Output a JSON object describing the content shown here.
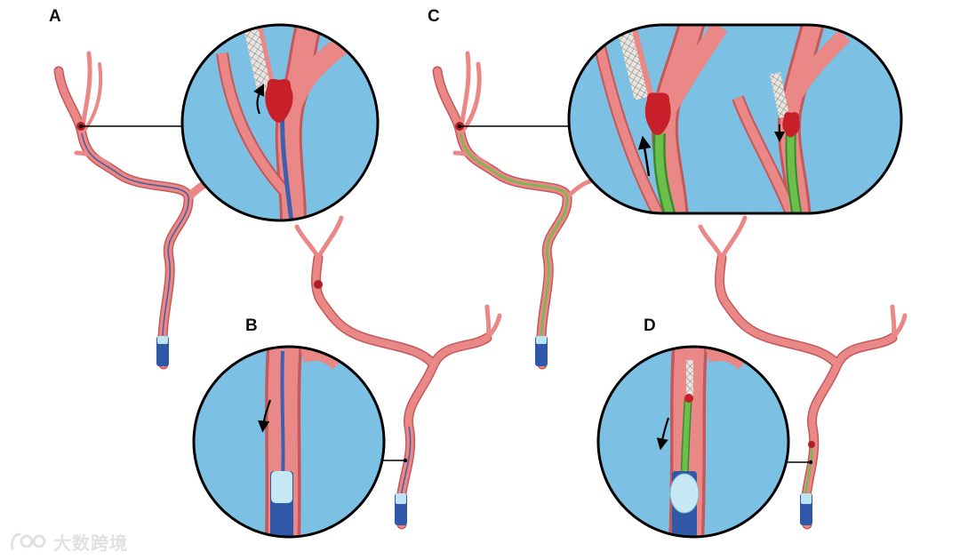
{
  "panels": {
    "a": {
      "label": "A"
    },
    "b": {
      "label": "B"
    },
    "c": {
      "label": "C"
    },
    "d": {
      "label": "D"
    }
  },
  "watermark": {
    "text": "大数跨境"
  },
  "colors": {
    "vessel": "#e07a78",
    "vessel_dark": "#b84e4e",
    "magnify_bg": "#7cc1e3",
    "clot": "#c8202a",
    "catheter_blue": "#3f5fae",
    "catheter_green": "#6cbf4a",
    "outline": "#000000"
  }
}
